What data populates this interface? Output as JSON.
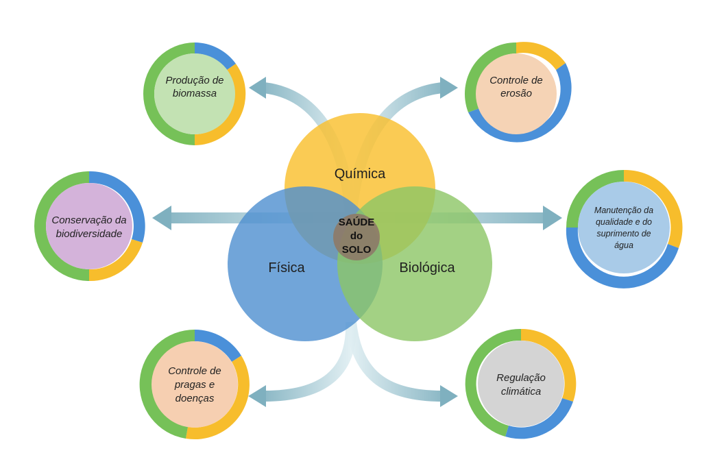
{
  "center": {
    "lines": [
      "SAÚDE",
      "do",
      "SOLO"
    ]
  },
  "venn": {
    "quimica": "Química",
    "fisica": "Física",
    "biologica": "Biológica"
  },
  "nodes": {
    "producao": {
      "lines": [
        "Produção de",
        "biomassa"
      ]
    },
    "erosao": {
      "lines": [
        "Controle de",
        "erosão"
      ]
    },
    "biodiversidade": {
      "lines": [
        "Conservação da",
        "biodiversidade"
      ]
    },
    "agua": {
      "lines": [
        "Manutenção da",
        "qualidade e do",
        "suprimento de",
        "água"
      ]
    },
    "pragas": {
      "lines": [
        "Controle de",
        "pragas e",
        "doenças"
      ]
    },
    "climatica": {
      "lines": [
        "Regulação",
        "climática"
      ]
    }
  },
  "colors": {
    "quimica": "#f9c02e",
    "fisica": "#4d8fd0",
    "biologica": "#8cc565",
    "center": "#8d7b68",
    "arrow": "#8fb9c4",
    "ring_green": "#76c158",
    "ring_blue": "#4a90d9",
    "ring_yellow": "#f7bd2c",
    "fill_producao": "#c3e2b3",
    "fill_erosao": "#f5d3b5",
    "fill_biodiversidade": "#d4b3da",
    "fill_agua": "#a9cbe8",
    "fill_pragas": "#f6cfb1",
    "fill_climatica": "#d4d4d4"
  }
}
